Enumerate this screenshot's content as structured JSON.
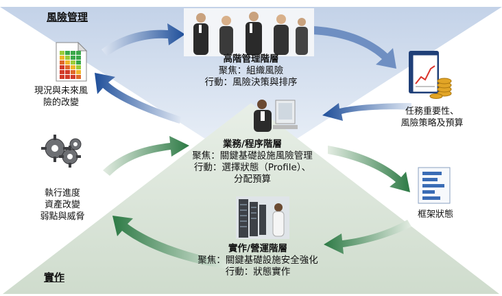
{
  "corners": {
    "top_left": "風險管理",
    "bottom_left": "實作"
  },
  "tiers": {
    "top": {
      "title": "高階管理階層",
      "focus": "聚焦：組織風險",
      "action": "行動：風險決策與排序"
    },
    "middle": {
      "title": "業務/程序階層",
      "focus": "聚焦：關鍵基礎設施風險管理",
      "action": "行動：選擇狀態（Profile）、",
      "action2": "分配預算"
    },
    "bottom": {
      "title": "實作/營運階層",
      "focus": "聚焦：關鍵基礎設施安全強化",
      "action": "行動：狀態實作"
    }
  },
  "side_labels": {
    "current_future": [
      "現況與未來風",
      "險的改變"
    ],
    "mission": [
      "任務重要性、",
      "風險策略及預算"
    ],
    "execution": [
      "執行進度",
      "資產改變",
      "弱點與威脅"
    ],
    "framework": "框架狀態"
  },
  "icons": {
    "risk_matrix": "risk-heatmap-document-icon",
    "executives": "business-people-icon",
    "budget_binder": "finance-binder-coins-icon",
    "operator": "computer-operator-icon",
    "gears": "gears-icon",
    "framework": "framework-document-icon",
    "servers": "server-room-icon"
  },
  "colors": {
    "blue_arrow": "#1f4f9a",
    "green_arrow": "#2d7a45",
    "top_band": "#cdd9ea",
    "pyramid": "#d7e2d6"
  }
}
